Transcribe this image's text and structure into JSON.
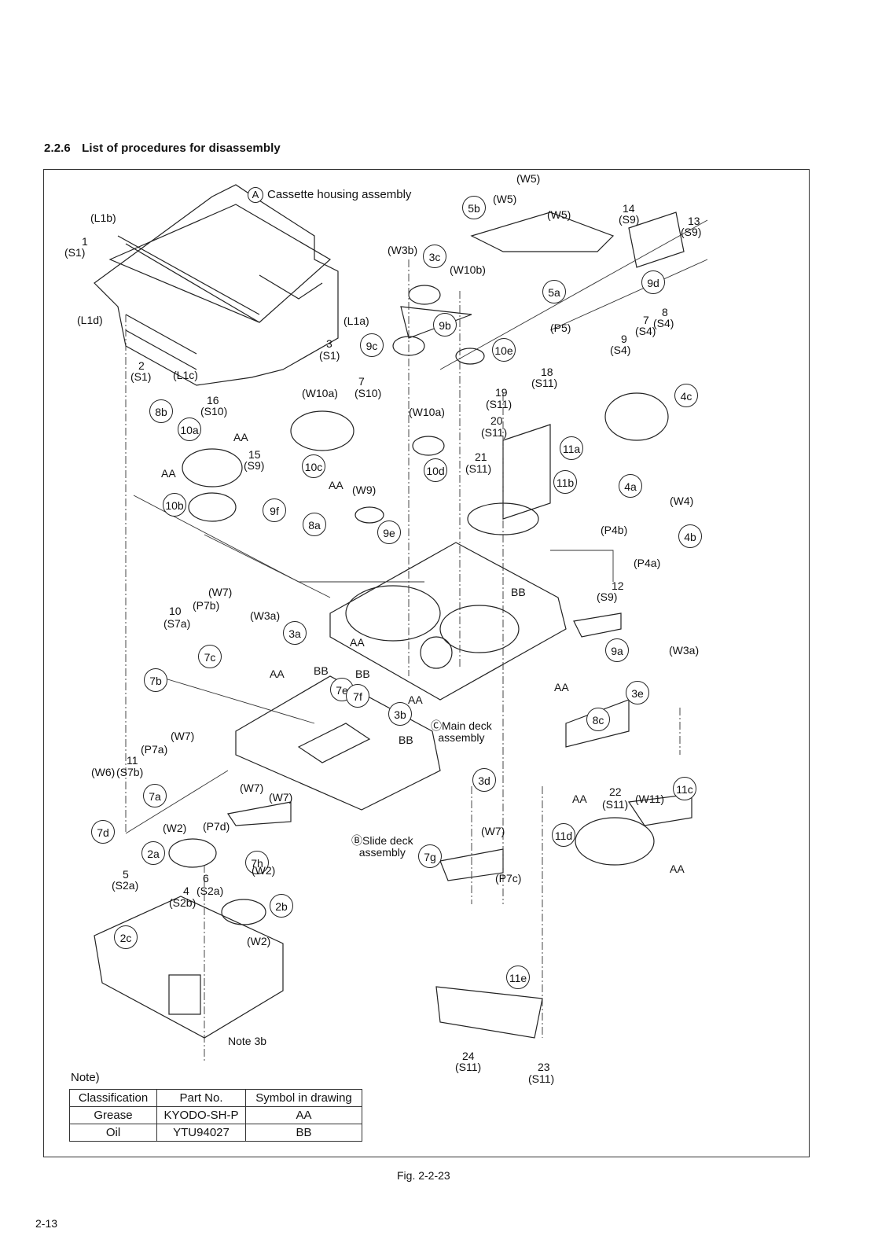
{
  "section": {
    "number": "2.2.6",
    "title": "List of procedures for disassembly"
  },
  "assemblies": {
    "A": {
      "symbol": "A",
      "label": "Cassette housing assembly"
    },
    "B": {
      "symbol": "B",
      "label_line1": "Slide deck",
      "label_line2": "assembly"
    },
    "C": {
      "symbol": "C",
      "label_line1": "Main deck",
      "label_line2": "assembly"
    }
  },
  "callouts": [
    "A",
    "2a",
    "2b",
    "2c",
    "3a",
    "3b",
    "3c",
    "3d",
    "3e",
    "4a",
    "4b",
    "4c",
    "5a",
    "5b",
    "7a",
    "7b",
    "7c",
    "7d",
    "7e",
    "7f",
    "7g",
    "7h",
    "8a",
    "8b",
    "8c",
    "9a",
    "9b",
    "9c",
    "9d",
    "9e",
    "9f",
    "10a",
    "10b",
    "10c",
    "10d",
    "10e",
    "11a",
    "11b",
    "11c",
    "11d",
    "11e"
  ],
  "labels": {
    "L1b": "(L1b)",
    "L1d": "(L1d)",
    "L1a": "(L1a)",
    "L1c": "(L1c)",
    "s1_1_num": "1",
    "s1_1": "(S1)",
    "s1_2_num": "2",
    "s1_2": "(S1)",
    "s1_3_num": "3",
    "s1_3": "(S1)",
    "W5_a": "(W5)",
    "W5_b": "(W5)",
    "W5_c": "(W5)",
    "s9_14_num": "14",
    "s9_14": "(S9)",
    "s9_13_num": "13",
    "s9_13": "(S9)",
    "W3b": "(W3b)",
    "W10b": "(W10b)",
    "P5": "(P5)",
    "s10_7_num": "7",
    "s10_7": "(S10)",
    "W10a_1": "(W10a)",
    "W10a_2": "(W10a)",
    "s10_16_num": "16",
    "s10_16": "(S10)",
    "s9_15_num": "15",
    "s9_15": "(S9)",
    "AA_1": "AA",
    "AA_2": "AA",
    "AA_3": "AA",
    "W9": "(W9)",
    "s4_7_num": "7",
    "s4_7": "(S4)",
    "s4_8_num": "8",
    "s4_8": "(S4)",
    "s4_9_num": "9",
    "s4_9": "(S4)",
    "s11_18_num": "18",
    "s11_18": "(S11)",
    "s11_19_num": "19",
    "s11_19": "(S11)",
    "s11_20_num": "20",
    "s11_20": "(S11)",
    "s11_21_num": "21",
    "s11_21": "(S11)",
    "W4": "(W4)",
    "P4b": "(P4b)",
    "P4a": "(P4a)",
    "W7_1": "(W7)",
    "P7b": "(P7b)",
    "s7a_num": "10",
    "s7a": "(S7a)",
    "W3a_1": "(W3a)",
    "BB_1": "BB",
    "BB_2": "BB",
    "BB_3": "BB",
    "BB_4": "BB",
    "AA_4": "AA",
    "AA_5": "AA",
    "AA_6": "AA",
    "AA_7": "AA",
    "s9_12_num": "12",
    "s9_12": "(S9)",
    "W3a_2": "(W3a)",
    "W7_2": "(W7)",
    "P7a": "(P7a)",
    "s7b_num": "11",
    "s7b": "(S7b)",
    "W6": "(W6)",
    "W7_3": "(W7)",
    "W7_4": "(W7)",
    "W2_1": "(W2)",
    "P7d": "(P7d)",
    "s2a_5_num": "5",
    "s2a_5": "(S2a)",
    "s2a_6_num": "6",
    "s2a_6": "(S2a)",
    "s2b_4_num": "4",
    "s2b_4": "(S2b)",
    "W2_2": "(W2)",
    "W2_3": "(W2)",
    "note3b": "Note 3b",
    "W7_5": "(W7)",
    "P7c": "(P7c)",
    "AA_8": "AA",
    "AA_9": "AA",
    "s11_22_num": "22",
    "s11_22": "(S11)",
    "W11": "(W11)",
    "s11_24_num": "24",
    "s11_24": "(S11)",
    "s11_23_num": "23",
    "s11_23": "(S11)"
  },
  "note": {
    "title": "Note)",
    "headers": [
      "Classification",
      "Part No.",
      "Symbol in drawing"
    ],
    "rows": [
      [
        "Grease",
        "KYODO-SH-P",
        "AA"
      ],
      [
        "Oil",
        "YTU94027",
        "BB"
      ]
    ]
  },
  "figure_caption": "Fig. 2-2-23",
  "page_number": "2-13"
}
